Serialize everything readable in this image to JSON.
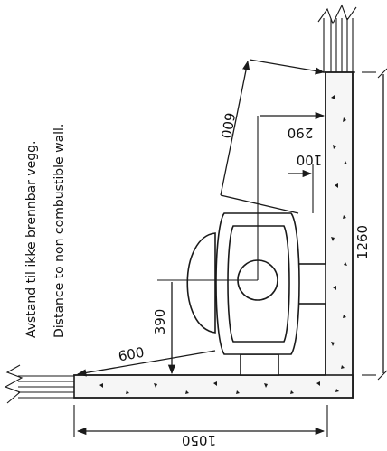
{
  "notes": {
    "line1": "Avstand til ikke brennbar vegg.",
    "line2": "Distance to non combustible wall."
  },
  "dimensions": {
    "wall_height": "1260",
    "diagonal_upper": "600",
    "diagonal_lower": "600",
    "center_to_wall": "290",
    "rear_clearance": "100",
    "center_height": "390",
    "floor_length": "1050"
  }
}
